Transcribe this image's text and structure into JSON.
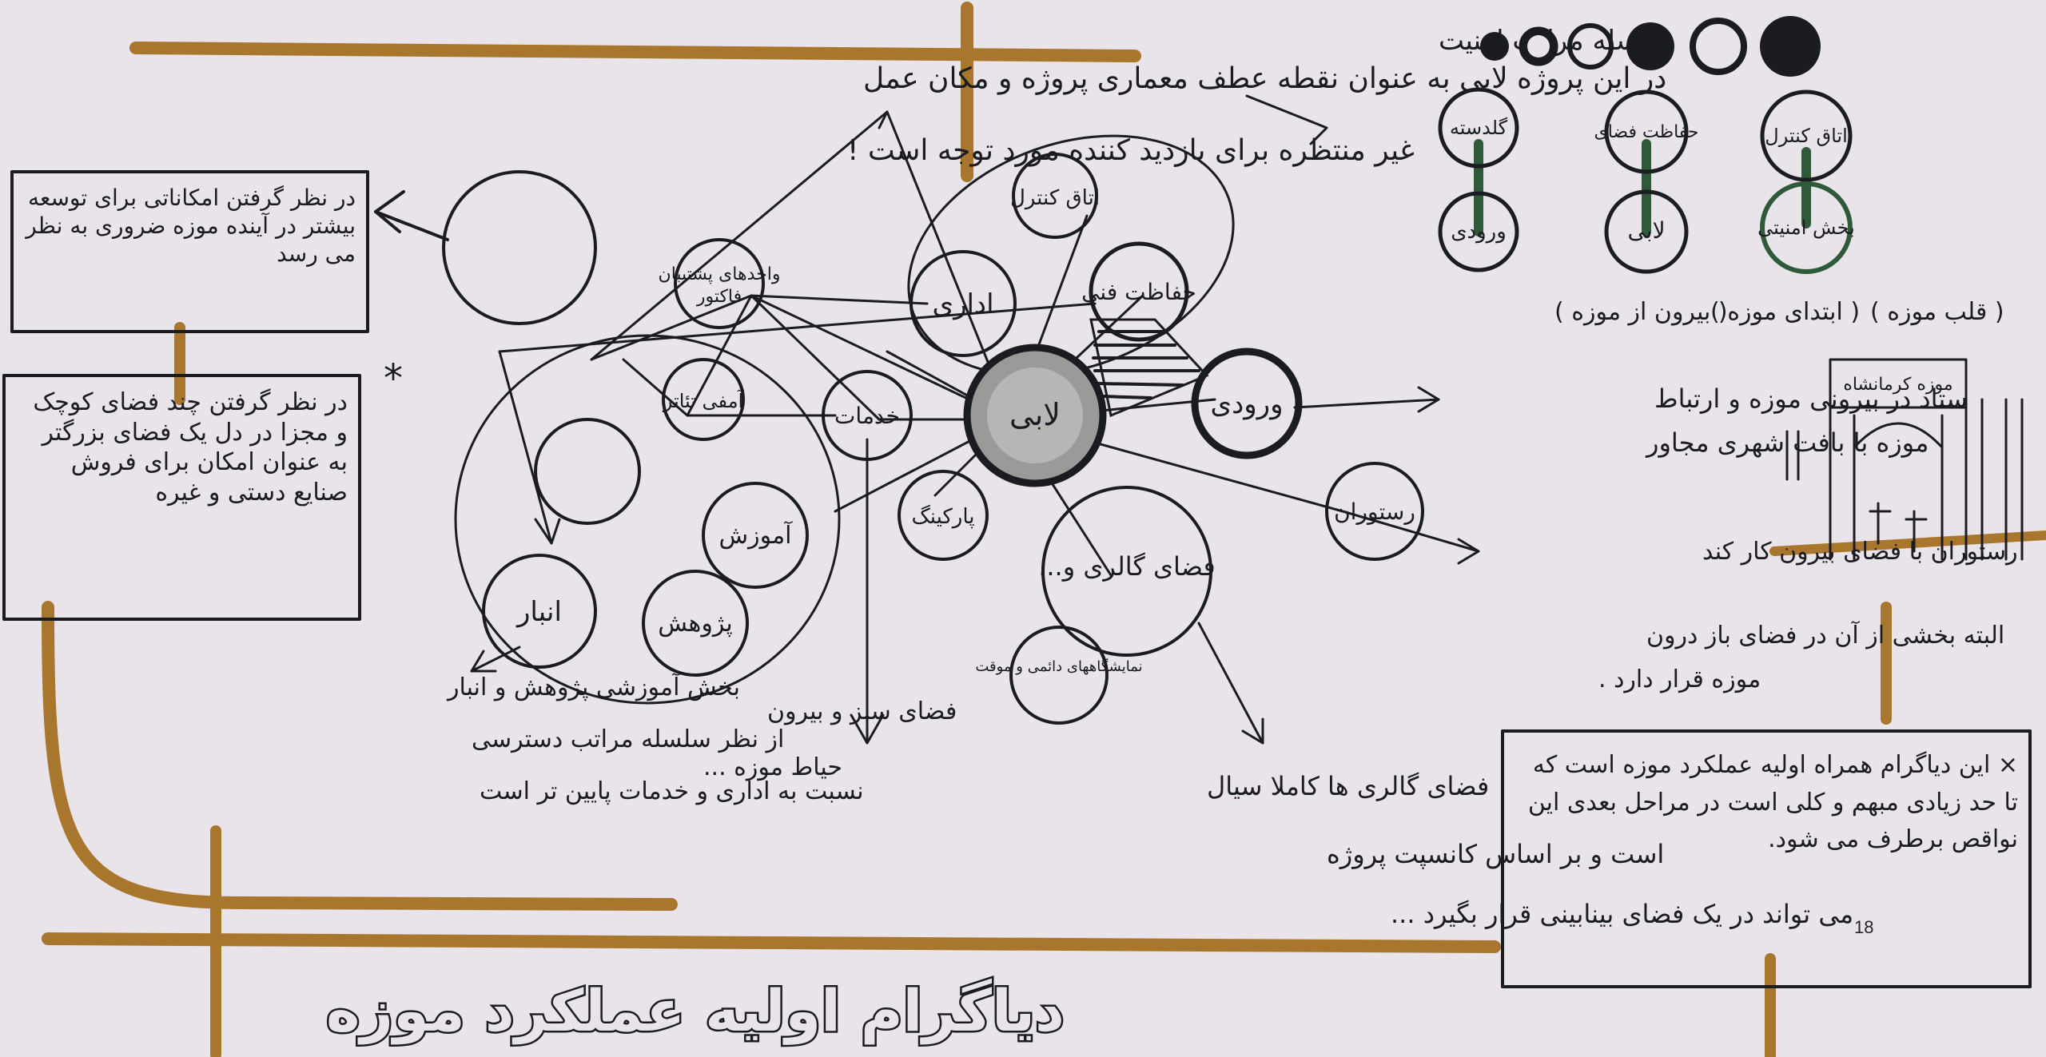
{
  "page_number": "18",
  "title": "دیاگرام اولیه عملکرد موزه",
  "legend": {
    "hierarchy_label": "سلسله مراتب امنیت",
    "pair_1": {
      "top": "اتاق کنترل",
      "bottom": "بخش امنیتی",
      "caption": "( قلب موزه )"
    },
    "pair_2": {
      "top": "حفاظت فضای",
      "bottom": "لابی",
      "caption": "( ابتدای موزه )"
    },
    "pair_3": {
      "top": "گلدسته",
      "bottom": "ورودی",
      "caption": "( بیرون از موزه )"
    }
  },
  "nodes": {
    "lobby": "لابی",
    "entrance": "ورودی",
    "control": "اتاق کنترل",
    "protection": "حفاظت فنی",
    "admin": "اداری",
    "services": "خدمات",
    "facilities": "واحدهای پشتیبان",
    "facilities_2": "فاکتور",
    "amphitheater": "آمفی تئاتر",
    "education": "آموزش",
    "research": "پژوهش",
    "storage": "انبار",
    "parking": "پارکینگ",
    "gallery": "فضای گالری و...",
    "restaurant": "رستوران",
    "exhibits": "نمایشگاههای دائمی و موقت"
  },
  "notes": {
    "top_note_1": "در این پروژه لابی به عنوان نقطه عطف معماری پروژه و مکان عمل",
    "top_note_2": "غیر منتظره برای بازدید کننده مورد توجه است !",
    "box1": "در نظر گرفتن امکاناتی برای توسعه بیشتر در آینده موزه ضروری به نظر می رسد",
    "box2": "در نظر گرفتن چند فضای کوچک و مجزا در دل یک فضای بزرگتر به عنوان امکان برای فروش صنایع دستی و غیره",
    "entrance_note_1": "ستاد در بیرونی موزه و ارتباط",
    "entrance_note_2": "موزه با بافت شهری مجاور",
    "restaurant_note_1": "رستوران با فضای بیرون کار کند",
    "restaurant_note_2": "البته بخشی از آن در فضای باز درون",
    "restaurant_note_3": "موزه قرار دارد .",
    "bottom_left_1": "بخش آموزشی پژوهش و انبار",
    "bottom_left_2": "از نظر سلسله مراتب دسترسی",
    "bottom_left_3": "نسبت به اداری و خدمات پایین تر است",
    "green_note_1": "فضای سبز و بیرون",
    "green_note_2": "حیاط موزه ...",
    "gallery_note_1": "فضای گالری ها کاملا سیال",
    "gallery_note_2": "است و بر اساس کانسپت پروژه",
    "gallery_note_3": "می تواند در یک فضای بینابینی قرار بگیرد ...",
    "box3": "× این دیاگرام همراه اولیه عملکرد موزه است که تا حد زیادی مبهم و کلی است در مراحل بعدی این نواقص برطرف می شود.",
    "sign_label": "موزه کرمانشاه"
  },
  "colors": {
    "paper": "#e8e4ea",
    "ink": "#1b1b22",
    "road": "#a8762c",
    "frame": "#1c3556",
    "highlight": "#f0e000"
  }
}
